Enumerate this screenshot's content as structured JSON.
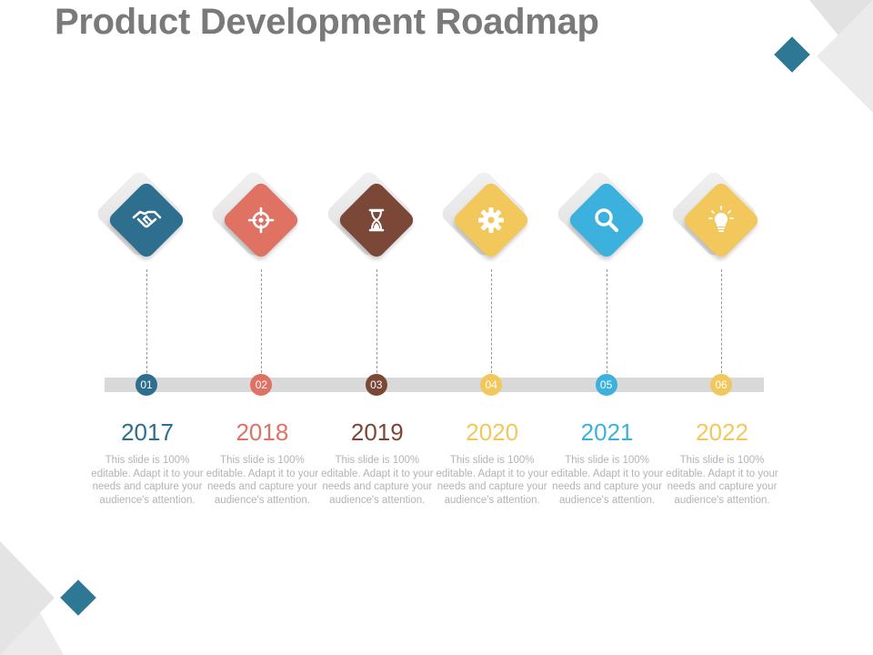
{
  "title": "Product Development Roadmap",
  "stages": [
    {
      "number": "01",
      "year": "2017",
      "color": "#2e6e8e",
      "icon": "handshake-icon",
      "description": "This slide is 100% editable. Adapt it to your needs and capture your audience's attention."
    },
    {
      "number": "02",
      "year": "2018",
      "color": "#e07263",
      "icon": "target-icon",
      "description": "This slide is 100% editable. Adapt it to your needs and capture your audience's attention."
    },
    {
      "number": "03",
      "year": "2019",
      "color": "#7b4737",
      "icon": "hourglass-icon",
      "description": "This slide is 100% editable. Adapt it to your needs and capture your audience's attention."
    },
    {
      "number": "04",
      "year": "2020",
      "color": "#f2c85c",
      "icon": "gear-icon",
      "description": "This slide is 100% editable. Adapt it to your needs and capture your audience's attention."
    },
    {
      "number": "05",
      "year": "2021",
      "color": "#3cb1de",
      "icon": "search-icon",
      "description": "This slide is 100% editable. Adapt it to your needs and capture your audience's attention."
    },
    {
      "number": "06",
      "year": "2022",
      "color": "#f2c85c",
      "icon": "lightbulb-icon",
      "description": "This slide is 100% editable. Adapt it to your needs and capture your audience's attention."
    }
  ],
  "decoration": {
    "accent": "#2e7896",
    "grey": "#e0e0e0"
  }
}
